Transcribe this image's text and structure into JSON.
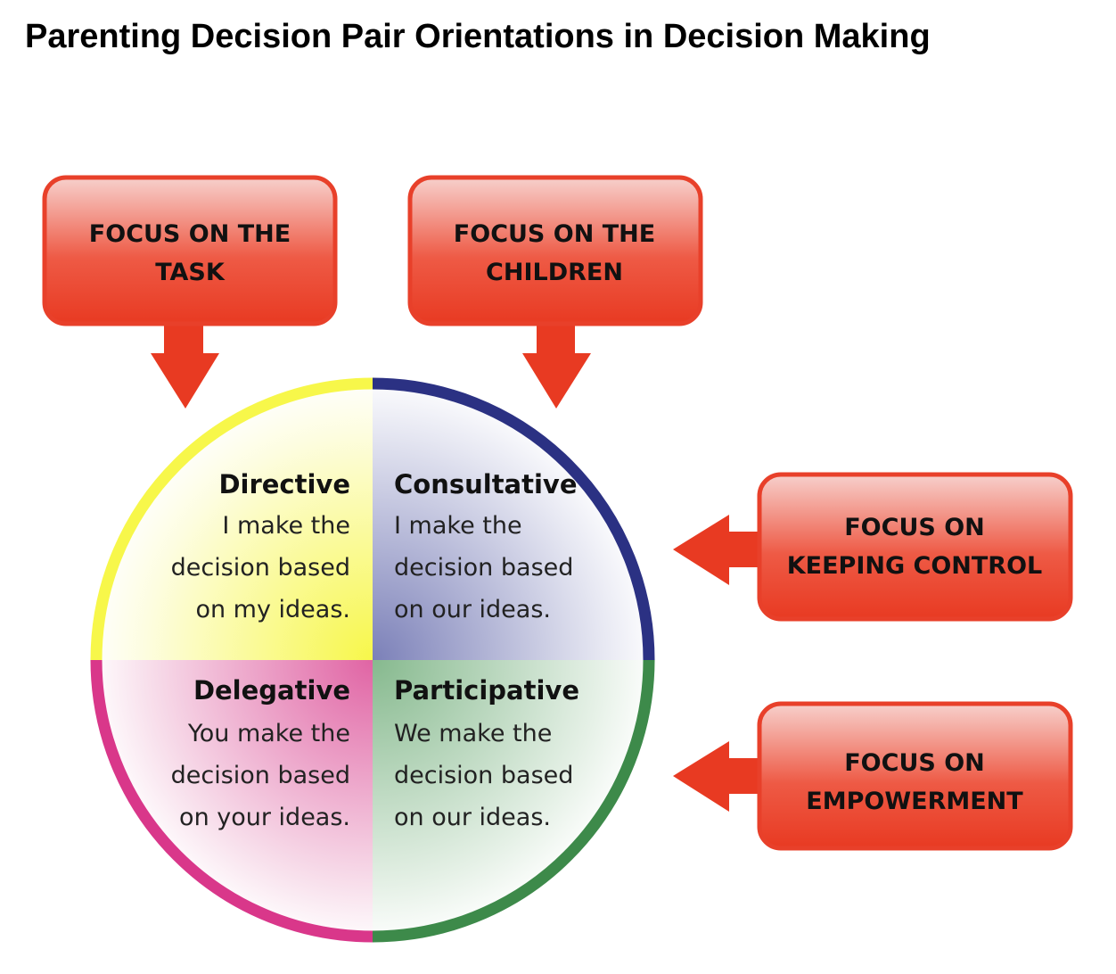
{
  "title": "Parenting Decision Pair Orientations in Decision Making",
  "focus_boxes": [
    {
      "lines": [
        "FOCUS ON THE",
        "TASK"
      ]
    },
    {
      "lines": [
        "FOCUS ON THE",
        "CHILDREN"
      ]
    },
    {
      "lines": [
        "FOCUS ON",
        "KEEPING CONTROL"
      ]
    },
    {
      "lines": [
        "FOCUS ON",
        "EMPOWERMENT"
      ]
    }
  ],
  "quadrants": [
    {
      "title": "Directive",
      "lines": [
        "I make the",
        "decision based",
        "on my ideas."
      ],
      "color": "#f7f74a"
    },
    {
      "title": "Consultative",
      "lines": [
        "I make the",
        "decision based",
        "on our ideas."
      ],
      "color": "#2b3183"
    },
    {
      "title": "Delegative",
      "lines": [
        "You make the",
        "decision based",
        "on your ideas."
      ],
      "color": "#d9378a"
    },
    {
      "title": "Participative",
      "lines": [
        "We make the",
        "decision based",
        "on our ideas."
      ],
      "color": "#3d8a4a"
    }
  ],
  "colors": {
    "box_red": "#e8402a"
  }
}
